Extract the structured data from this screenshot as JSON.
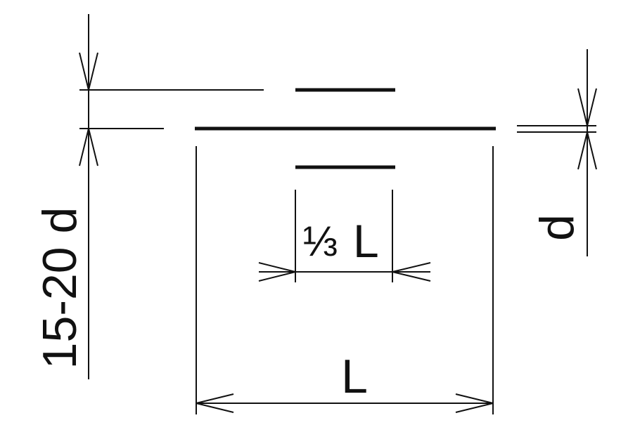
{
  "labels": {
    "spacing": "15-20 d",
    "thickness": "d",
    "third_fraction": "⅓",
    "third_unit": "L",
    "length": "L"
  },
  "colors": {
    "line": "#111111",
    "background": "#ffffff"
  }
}
